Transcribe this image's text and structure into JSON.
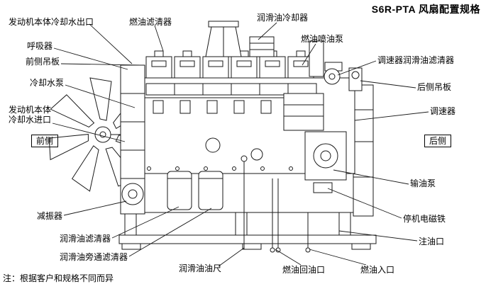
{
  "title": "S6R-PTA 风扇配置规格",
  "note": "注：根据客户和规格不同而异",
  "labels": {
    "engine_water_outlet": "发动机本体冷却水出口",
    "fuel_filter": "燃油滤清器",
    "lube_oil_cooler": "润滑油冷却器",
    "fuel_injection_pump": "燃油喷油泵",
    "breather": "呼吸器",
    "front_lifting_plate": "前侧吊板",
    "cooling_water_pump": "冷却水泵",
    "engine_water_inlet": "发动机本体\n冷却水进口",
    "front_side": "前侧",
    "rear_side": "后侧",
    "governor_lube_oil_filter": "调速器润滑油滤清器",
    "rear_lifting_plate": "后侧吊板",
    "governor": "调速器",
    "fuel_transfer_pump": "输油泵",
    "stop_solenoid": "停机电磁铁",
    "oil_filler": "注油口",
    "damper": "减振器",
    "lube_oil_filter": "润滑油滤清器",
    "lube_oil_bypass_filter": "润滑油旁通滤清器",
    "lube_oil_dipstick": "润滑油油尺",
    "fuel_return_port": "燃油回油口",
    "fuel_inlet": "燃油入口"
  }
}
